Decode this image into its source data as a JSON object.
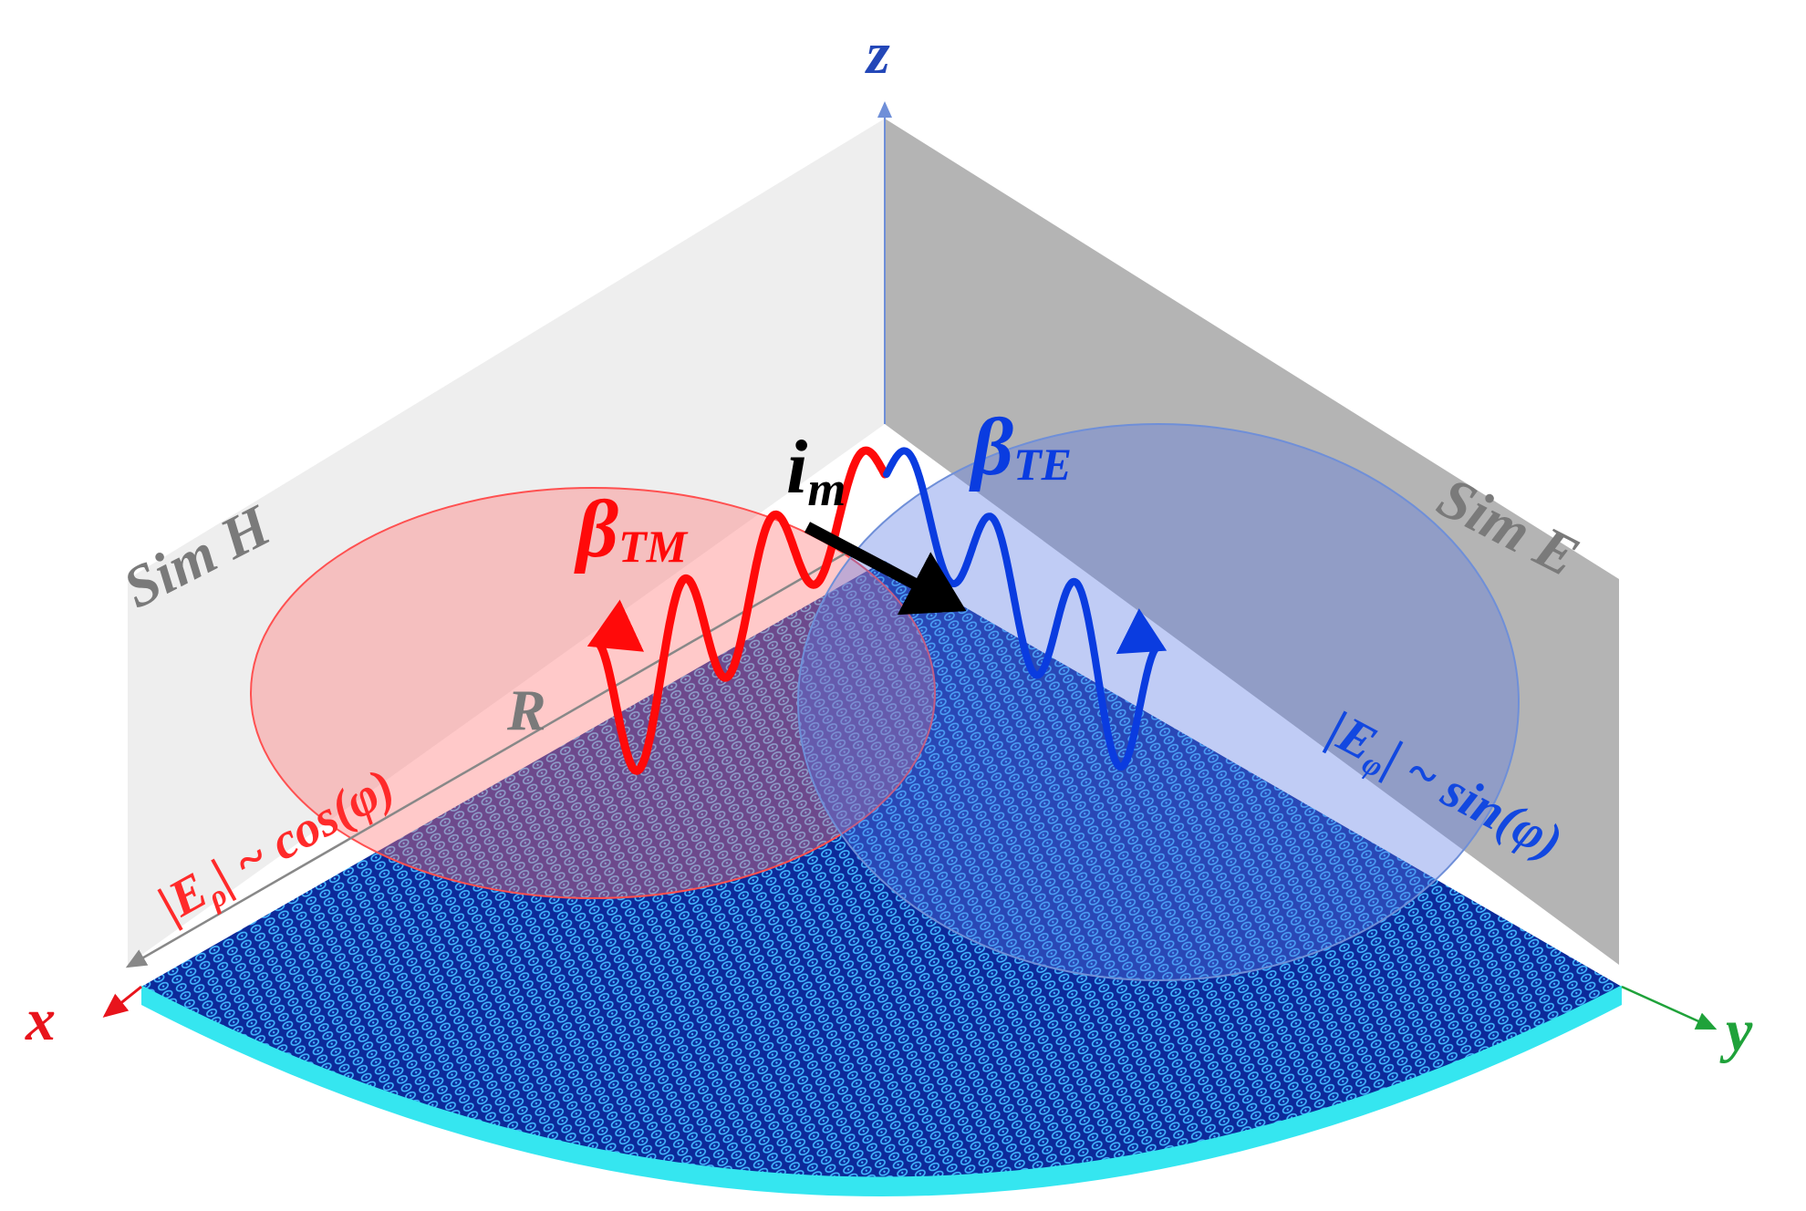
{
  "axes": {
    "x": {
      "label": "x",
      "color": "#e8141c"
    },
    "y": {
      "label": "y",
      "color": "#1fa23a"
    },
    "z": {
      "label": "z",
      "color": "#2347b8"
    }
  },
  "planes": {
    "left": {
      "label": "Sim H",
      "fill": "#eeeeee"
    },
    "right": {
      "label": "Sim E",
      "fill": "#b4b4b4"
    }
  },
  "modes": {
    "tm": {
      "symbol": "β",
      "subscript": "TM",
      "color": "#ff0a0a"
    },
    "te": {
      "symbol": "β",
      "subscript": "TE",
      "color": "#0a3ce0"
    }
  },
  "source": {
    "symbol": "i",
    "subscript": "m"
  },
  "radius_label": "R",
  "field_rho": {
    "prefix": "|E",
    "subscript": "ρ",
    "suffix": "| ~ cos(φ)",
    "color": "#ff2a2a"
  },
  "field_phi": {
    "prefix": "|E",
    "subscript": "φ",
    "suffix": "| ~ sin(φ)",
    "color": "#1248e0"
  },
  "colors": {
    "disk_base": "#0c2a9a",
    "disk_cells": "#43b8ff",
    "disk_rim": "#35e6f0",
    "label_gray": "#7a7a7a"
  }
}
